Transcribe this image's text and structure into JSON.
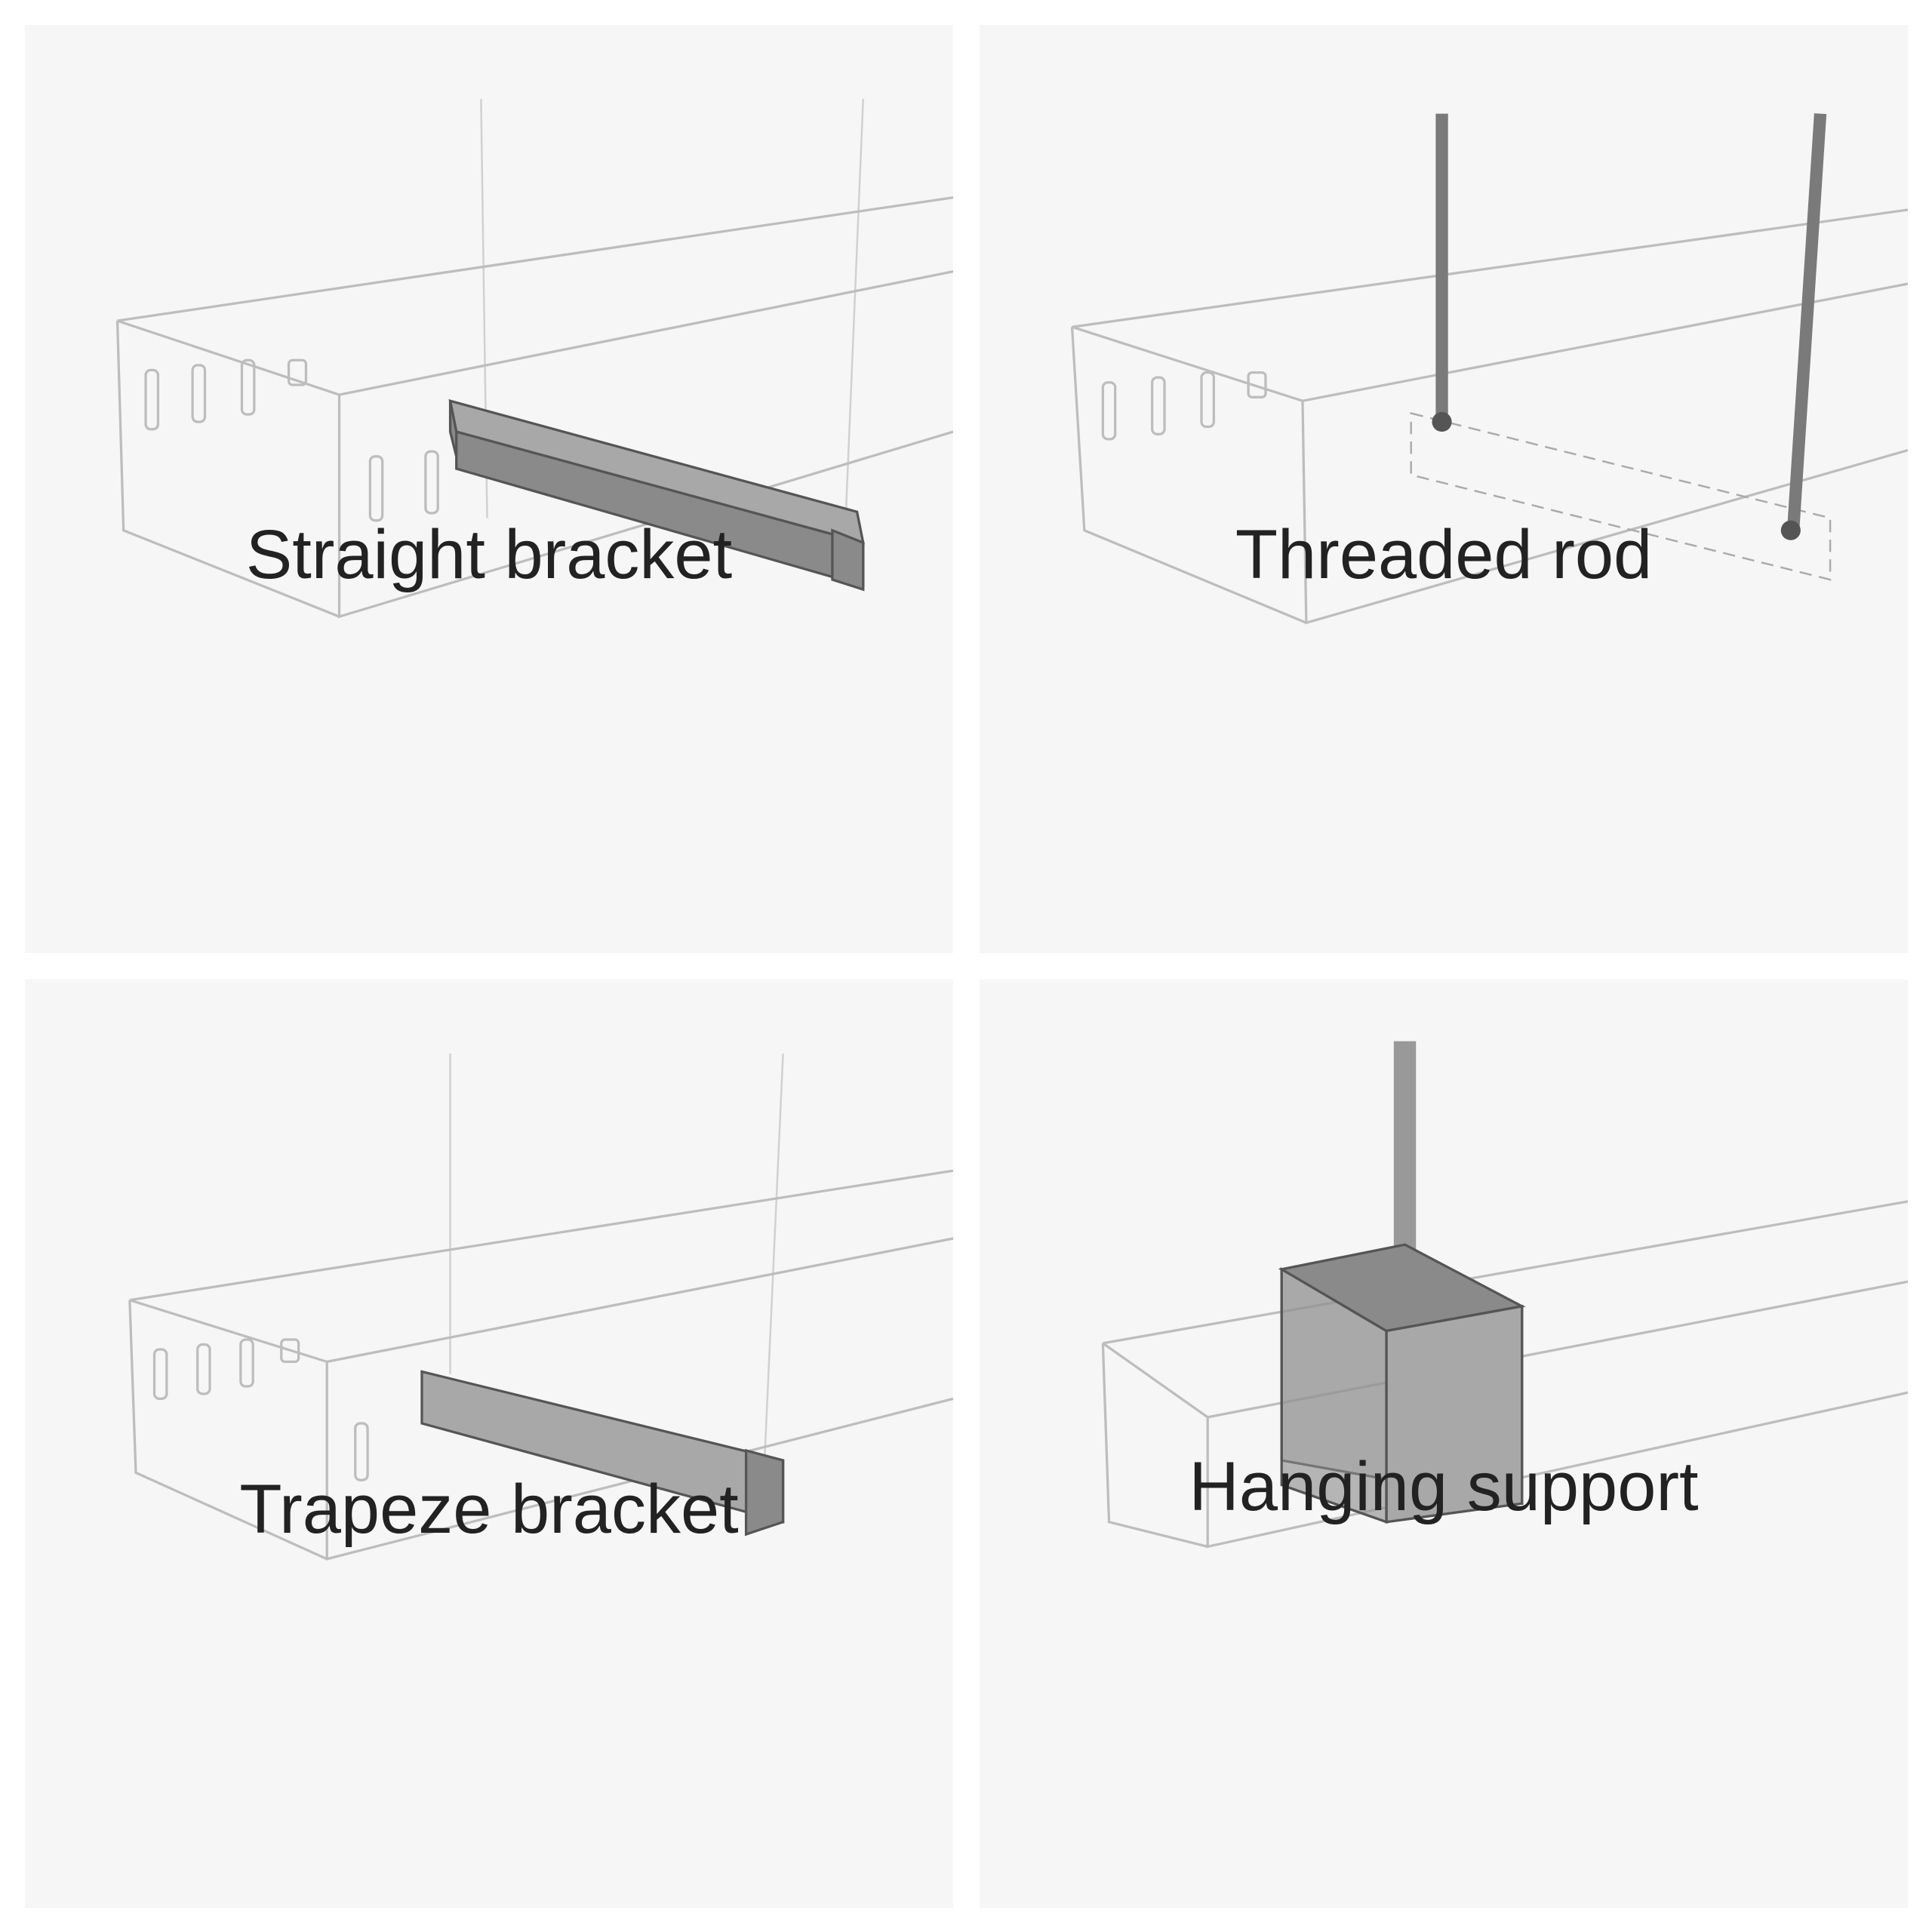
{
  "panels": [
    {
      "label": "Straight bracket"
    },
    {
      "label": "Threaded rod"
    },
    {
      "label": "Trapeze bracket"
    },
    {
      "label": "Hanging support"
    }
  ]
}
